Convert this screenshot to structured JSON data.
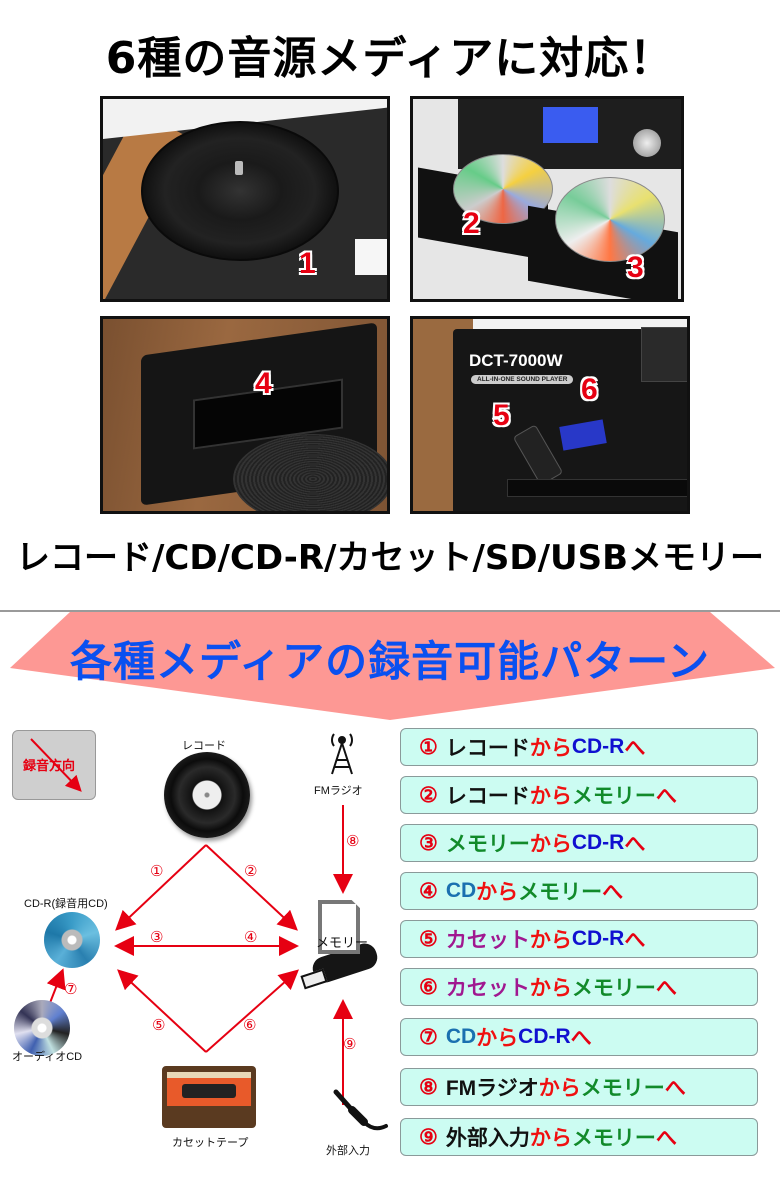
{
  "header": {
    "title": "6種の音源メディアに対応！"
  },
  "photos": [
    {
      "number": "1",
      "subject": "turntable"
    },
    {
      "number": "2",
      "subject": "cd-tray-left"
    },
    {
      "number": "3",
      "subject": "cd-tray-right"
    },
    {
      "number": "4",
      "subject": "cassette-deck"
    },
    {
      "number": "5",
      "subject": "usb-port"
    },
    {
      "number": "6",
      "subject": "sd-slot"
    }
  ],
  "device": {
    "model": "DCT-7000W",
    "tagline": "ALL-IN-ONE SOUND PLAYER"
  },
  "media_list": "レコード/CD/CD-R/カセット/SD/USBメモリー",
  "section2": {
    "title": "各種メディアの録音可能パターン"
  },
  "diagram": {
    "legend": "録音方向",
    "nodes": {
      "record": "レコード",
      "fm_radio": "FMラジオ",
      "cdr": "CD-R(録音用CD)",
      "memory": "メモリー",
      "audio_cd": "オーディオCD",
      "cassette": "カセットテープ",
      "external": "外部入力"
    },
    "arrow_labels": [
      "①",
      "②",
      "③",
      "④",
      "⑤",
      "⑥",
      "⑦",
      "⑧",
      "⑨"
    ]
  },
  "patterns": [
    {
      "num": "①",
      "parts": [
        {
          "t": "レコード",
          "c": "#111111"
        },
        {
          "t": "から",
          "c": "#f01010"
        },
        {
          "t": "CD-R",
          "c": "#1010d0"
        },
        {
          "t": "へ",
          "c": "#e60012"
        }
      ]
    },
    {
      "num": "②",
      "parts": [
        {
          "t": "レコード",
          "c": "#111111"
        },
        {
          "t": "から",
          "c": "#f01010"
        },
        {
          "t": "メモリー",
          "c": "#118a2a"
        },
        {
          "t": "へ",
          "c": "#e60012"
        }
      ]
    },
    {
      "num": "③",
      "parts": [
        {
          "t": "メモリー",
          "c": "#118a2a"
        },
        {
          "t": "から",
          "c": "#f01010"
        },
        {
          "t": "CD-R",
          "c": "#1010d0"
        },
        {
          "t": "へ",
          "c": "#e60012"
        }
      ]
    },
    {
      "num": "④",
      "parts": [
        {
          "t": "CD",
          "c": "#1a70b0"
        },
        {
          "t": "から",
          "c": "#f01010"
        },
        {
          "t": "メモリー",
          "c": "#118a2a"
        },
        {
          "t": "へ",
          "c": "#e60012"
        }
      ]
    },
    {
      "num": "⑤",
      "parts": [
        {
          "t": "カセット",
          "c": "#a01890"
        },
        {
          "t": "から",
          "c": "#f01010"
        },
        {
          "t": "CD-R",
          "c": "#1010d0"
        },
        {
          "t": "へ",
          "c": "#e60012"
        }
      ]
    },
    {
      "num": "⑥",
      "parts": [
        {
          "t": "カセット",
          "c": "#a01890"
        },
        {
          "t": "から",
          "c": "#f01010"
        },
        {
          "t": "メモリー",
          "c": "#118a2a"
        },
        {
          "t": "へ",
          "c": "#e60012"
        }
      ]
    },
    {
      "num": "⑦",
      "parts": [
        {
          "t": "CD",
          "c": "#1a70b0"
        },
        {
          "t": "から",
          "c": "#f01010"
        },
        {
          "t": "CD-R",
          "c": "#1010d0"
        },
        {
          "t": "へ",
          "c": "#e60012"
        }
      ]
    },
    {
      "num": "⑧",
      "parts": [
        {
          "t": "FMラジオ",
          "c": "#111111"
        },
        {
          "t": "から",
          "c": "#f01010"
        },
        {
          "t": "メモリー",
          "c": "#118a2a"
        },
        {
          "t": "へ",
          "c": "#e60012"
        }
      ]
    },
    {
      "num": "⑨",
      "parts": [
        {
          "t": "外部入力",
          "c": "#111111"
        },
        {
          "t": "から",
          "c": "#f01010"
        },
        {
          "t": "メモリー",
          "c": "#118a2a"
        },
        {
          "t": "へ",
          "c": "#e60012"
        }
      ]
    }
  ],
  "colors": {
    "banner_arrow": "#fd9894",
    "pattern_bg": "#ccfcf2",
    "accent_red": "#e60012",
    "title_blue": "#0a50f0"
  }
}
